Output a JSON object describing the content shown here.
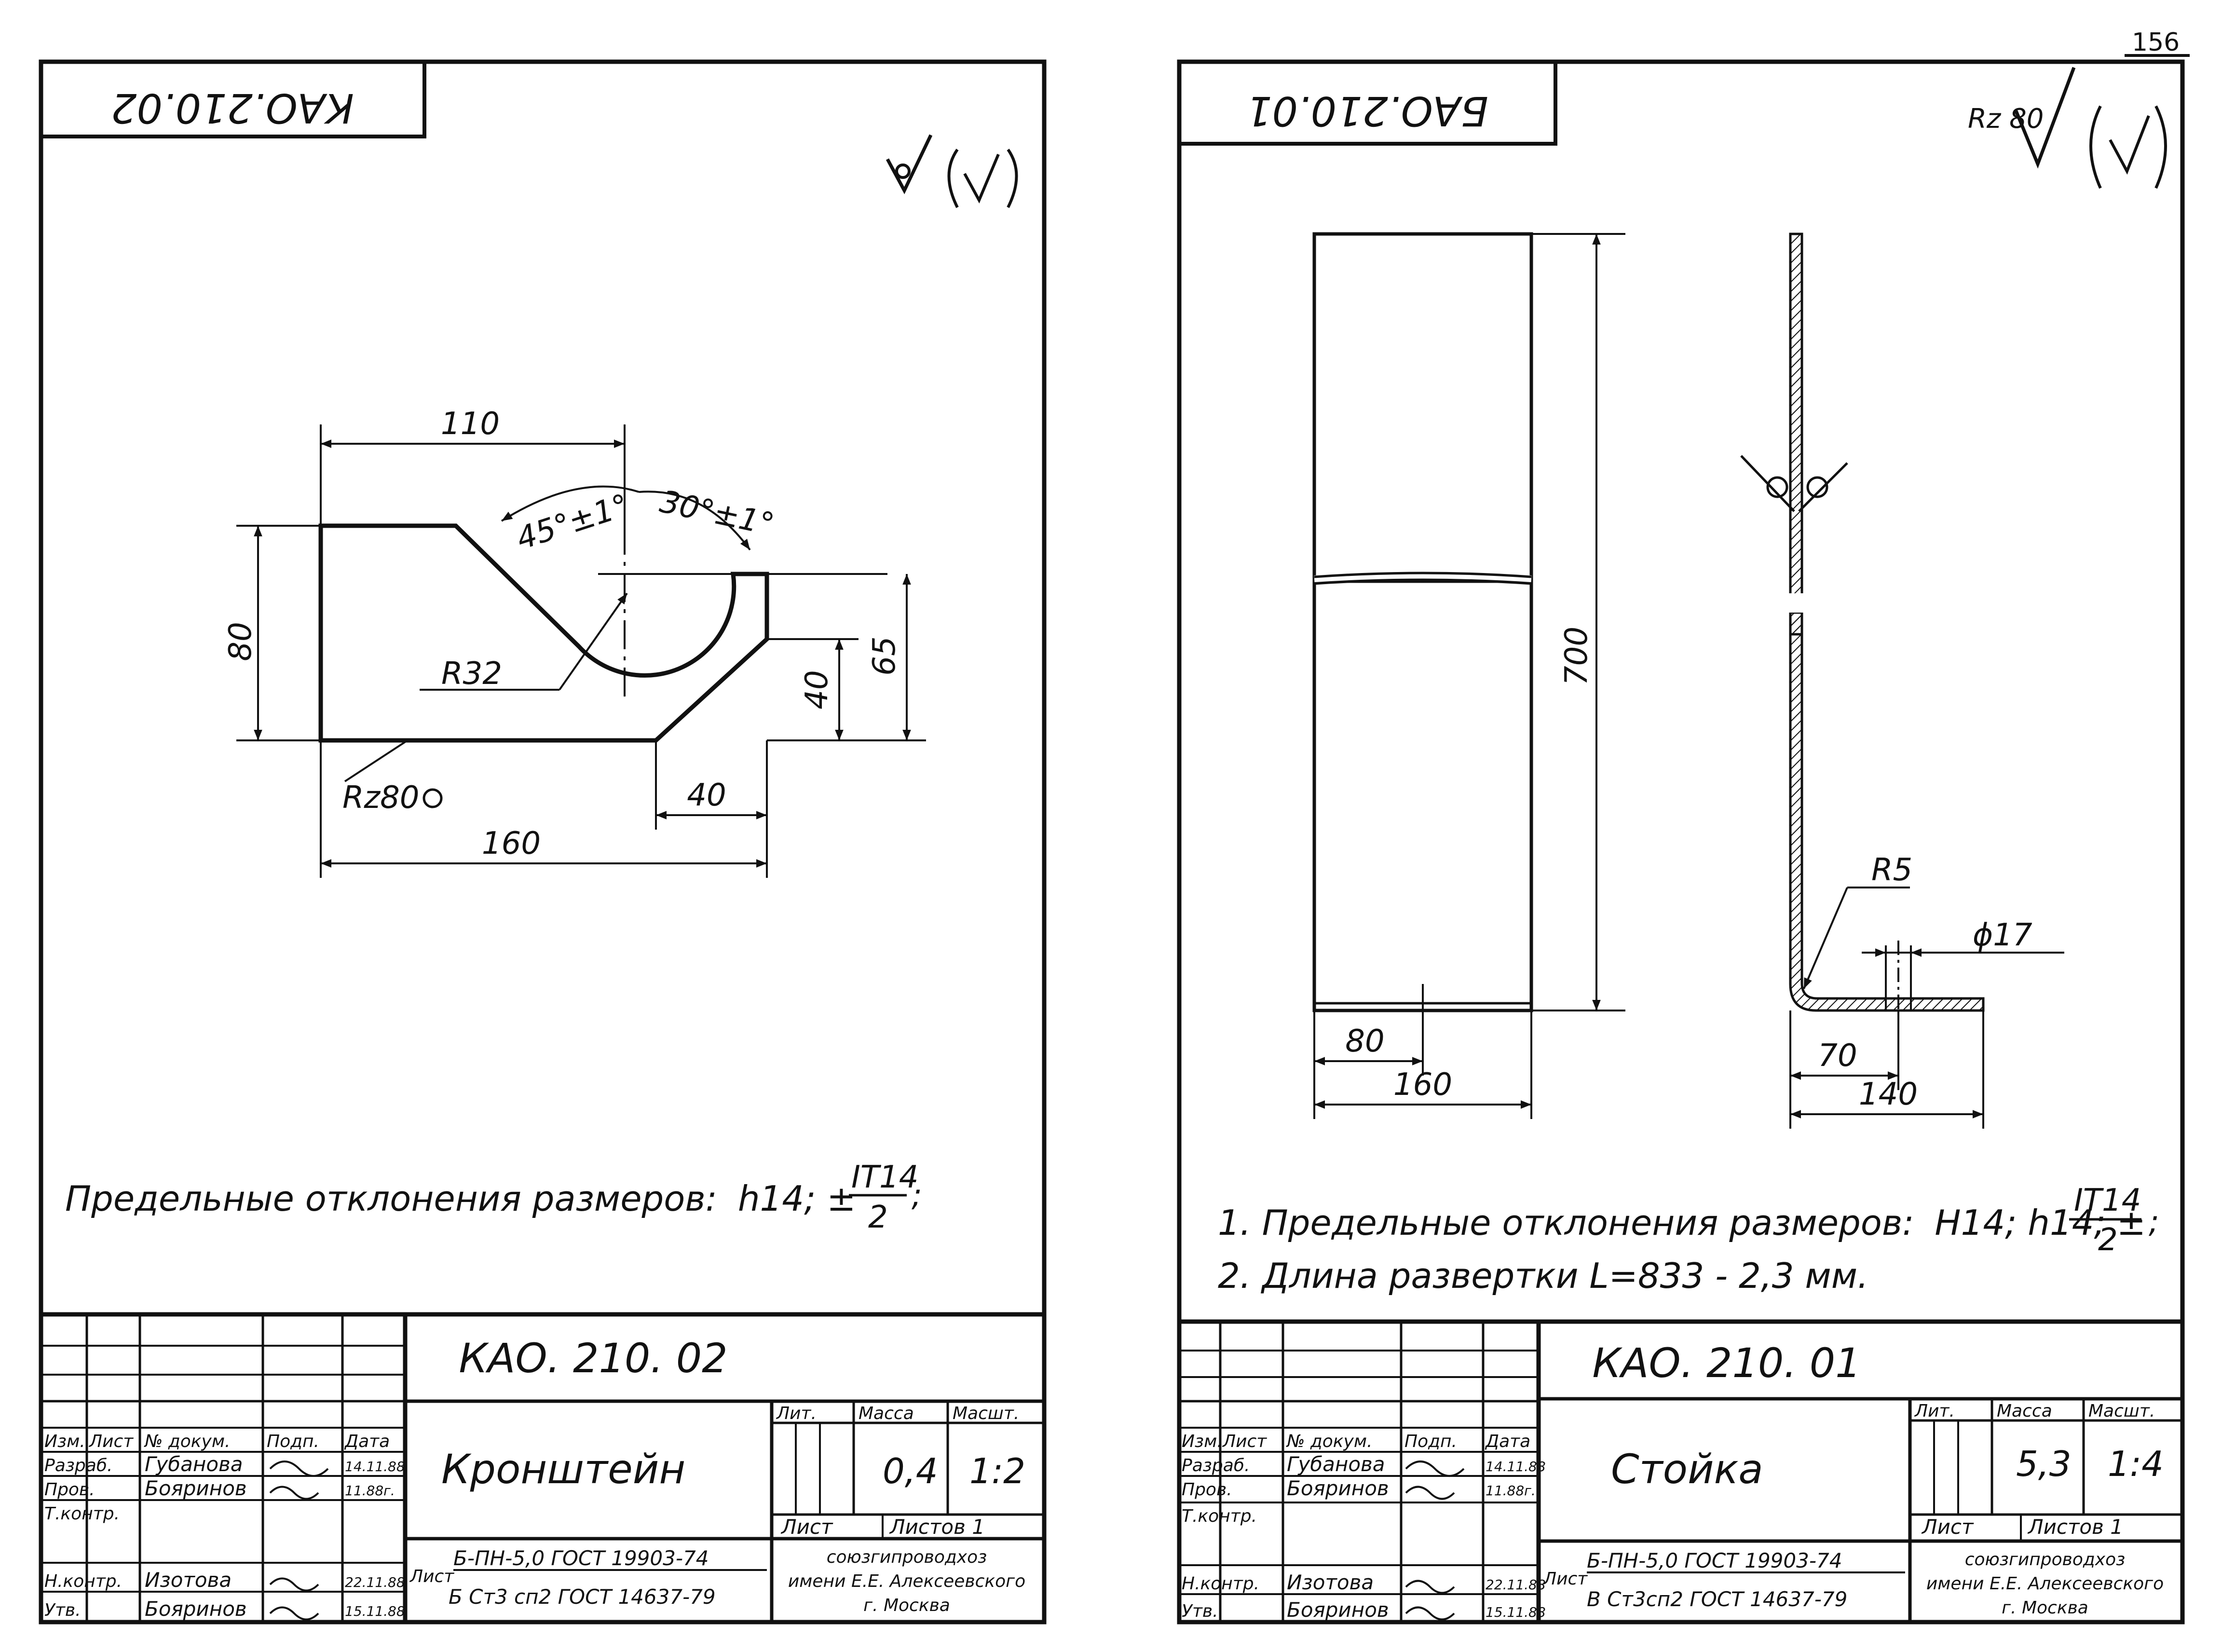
{
  "page_number": "156",
  "left_sheet": {
    "code_rotated": "КАО.210.02",
    "roughness_symbol": "∀(√)",
    "dims": {
      "width_110": "110",
      "angle_45": "45°±1°",
      "angle_30": "30°±1°",
      "height_80": "80",
      "radius": "R32",
      "height_40": "40",
      "height_65": "65",
      "bottom_40": "40",
      "width_160": "160",
      "roughness": "Rz80"
    },
    "note_prefix": "Предельные   отклонения  размеров:",
    "note_tol": "h14;  ±",
    "note_num": "IT14",
    "note_den": "2",
    "note_suffix": ";",
    "titleblock": {
      "code": "КАО. 210. 02",
      "name": "Кронштейн",
      "lit_label": "Лит.",
      "mass_label": "Масса",
      "scale_label": "Масшт.",
      "mass": "0,4",
      "scale": "1:2",
      "sheet_label": "Лист",
      "sheets_label": "Листов 1",
      "material_line1": "Б-ПН-5,0 ГОСТ 19903-74",
      "material_line2": "Б Ст3 сп2 ГОСТ 14637-79",
      "material_prefix": "Лист",
      "org_line1": "союзгипроводхоз",
      "org_line2": "имени Е.Е. Алексеевского",
      "org_line3": "г. Москва",
      "header_izm": "Изм.",
      "header_list": "Лист",
      "header_doc": "№ докум.",
      "header_sign": "Подп.",
      "header_date": "Дата",
      "rows": [
        {
          "role": "Разраб.",
          "name": "Губанова",
          "date": "14.11.88"
        },
        {
          "role": "Пров.",
          "name": "Бояринов",
          "date": "11.88г."
        },
        {
          "role": "Т.контр.",
          "name": "",
          "date": ""
        },
        {
          "role": "Н.контр.",
          "name": "Изотова",
          "date": "22.11.88"
        },
        {
          "role": "Утв.",
          "name": "Бояринов",
          "date": "15.11.88"
        }
      ]
    }
  },
  "right_sheet": {
    "code_rotated": "БАО.210.01",
    "roughness_symbol": "Rz 80",
    "dims": {
      "height_700": "700",
      "width_80": "80",
      "width_160": "160",
      "radius": "R5",
      "diameter": "ϕ17",
      "dist_70": "70",
      "dist_140": "140"
    },
    "note1_prefix": "1. Предельные  отклонения  размеров:",
    "note1_tol": "H14;   h14; ±",
    "note1_num": "IT14",
    "note1_den": "2",
    "note1_suffix": ";",
    "note2": "2. Длина  развертки   L=833 - 2,3 мм.",
    "titleblock": {
      "code": "КАО. 210. 01",
      "name": "Стойка",
      "lit_label": "Лит.",
      "mass_label": "Масса",
      "scale_label": "Масшт.",
      "mass": "5,3",
      "scale": "1:4",
      "sheet_label": "Лист",
      "sheets_label": "Листов 1",
      "material_line1": "Б-ПН-5,0 ГОСТ 19903-74",
      "material_line2": "В Ст3сп2 ГОСТ 14637-79",
      "material_prefix": "Лист",
      "org_line1": "союзгипроводхоз",
      "org_line2": "имени Е.Е. Алексеевского",
      "org_line3": "г. Москва",
      "header_izm": "Изм.",
      "header_list": "Лист",
      "header_doc": "№ докум.",
      "header_sign": "Подп.",
      "header_date": "Дата",
      "rows": [
        {
          "role": "Разраб.",
          "name": "Губанова",
          "date": "14.11.88"
        },
        {
          "role": "Пров.",
          "name": "Бояринов",
          "date": "11.88г."
        },
        {
          "role": "Т.контр.",
          "name": "",
          "date": ""
        },
        {
          "role": "Н.контр.",
          "name": "Изотова",
          "date": "22.11.88"
        },
        {
          "role": "Утв.",
          "name": "Бояринов",
          "date": "15.11.88"
        }
      ]
    }
  }
}
